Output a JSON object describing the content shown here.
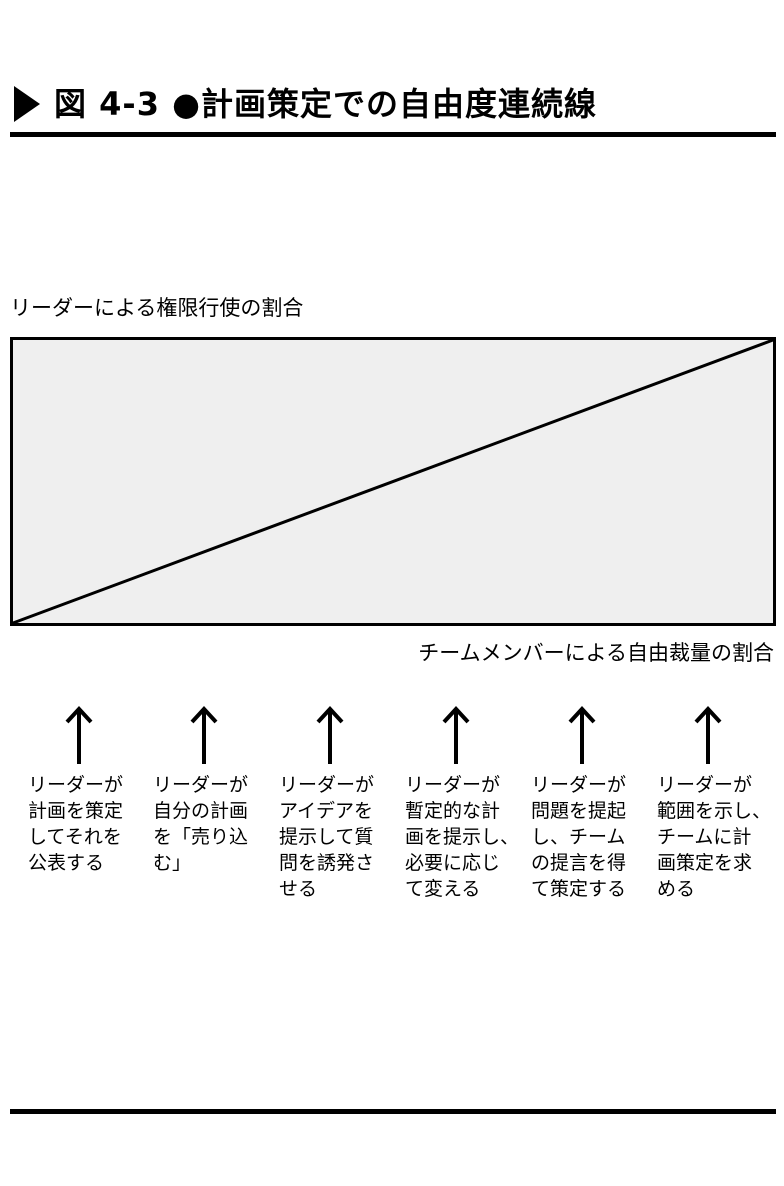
{
  "figure": {
    "title": "図 4-3 ●計画策定での自由度連続線"
  },
  "continuum": {
    "top_label": "リーダーによる権限行使の割合",
    "bottom_label": "チームメンバーによる自由裁量の割合",
    "fill_color": "#efefef",
    "line_color": "#000000"
  },
  "behaviors": [
    {
      "text": "リーダーが\n計画を策定\nしてそれを\n公表する"
    },
    {
      "text": "リーダーが\n自分の計画\nを「売り込\nむ」"
    },
    {
      "text": "リーダーが\nアイデアを\n提示して質\n問を誘発さ\nせる"
    },
    {
      "text": "リーダーが\n暫定的な計\n画を提示し、\n必要に応じ\nて変える"
    },
    {
      "text": "リーダーが\n問題を提起\nし、チーム\nの提言を得\nて策定する"
    },
    {
      "text": "リーダーが\n範囲を示し、\nチームに計\n画策定を求\nめる"
    }
  ]
}
